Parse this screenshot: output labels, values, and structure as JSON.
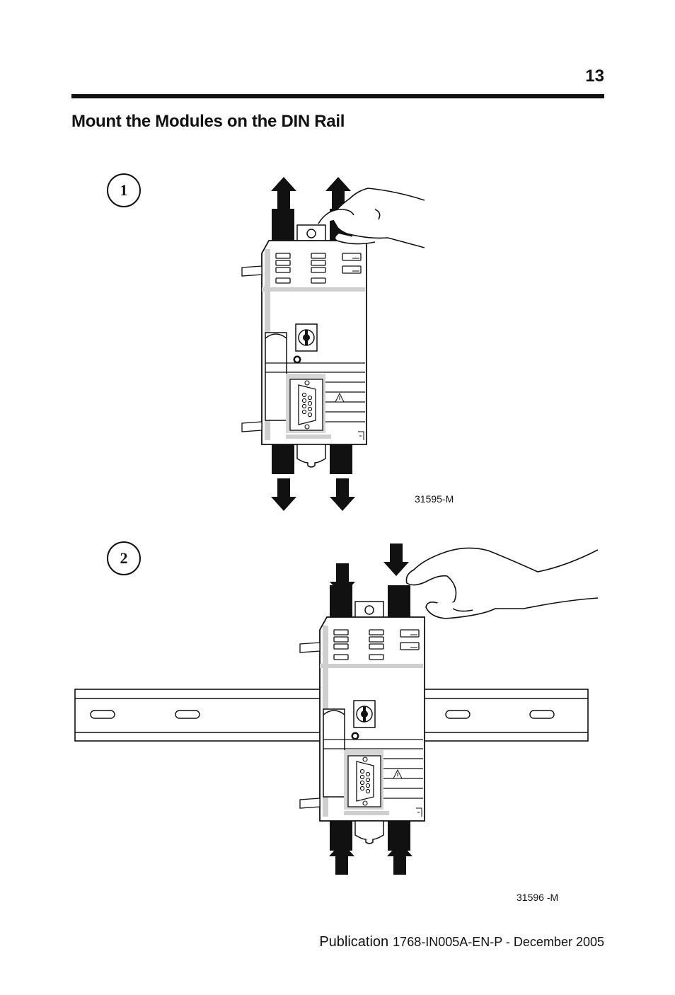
{
  "page": {
    "number": "13",
    "title": "Mount the Modules on the DIN Rail"
  },
  "steps": [
    {
      "label": "1",
      "figure_id": "31595-M"
    },
    {
      "label": "2",
      "figure_id": "31596 -M"
    }
  ],
  "footer": {
    "publication_label": "Publication",
    "publication_id": "1768-IN005A-EN-P - December 2005"
  }
}
